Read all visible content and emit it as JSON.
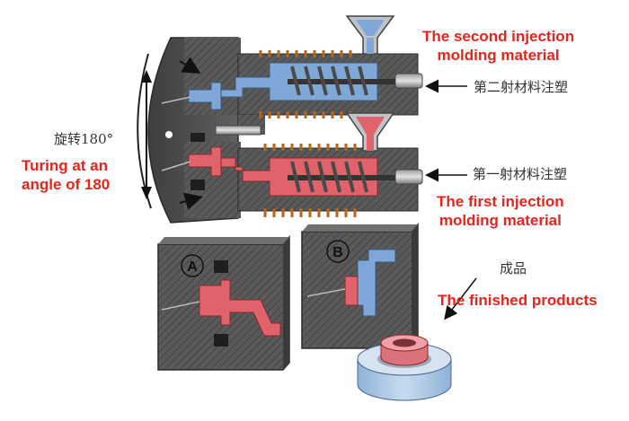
{
  "labels": {
    "second_material_en": [
      "The second injection",
      "molding material"
    ],
    "second_material_cn": "第二射材料注塑",
    "first_material_en": [
      "The first injection",
      "molding material"
    ],
    "first_material_cn": "第一射材料注塑",
    "rotation_cn": "旋转180°",
    "rotation_en": [
      "Turing  at an",
      "angle of 180"
    ],
    "finished_cn": "成品",
    "finished_en": "The finished products",
    "mold_a": "A",
    "mold_b": "B"
  },
  "colors": {
    "annotation_text": "#e8231b",
    "first_material": "#e0626a",
    "second_material": "#7fa8d8",
    "mold_body": "#565656",
    "heater_coil": "#b5651d"
  }
}
